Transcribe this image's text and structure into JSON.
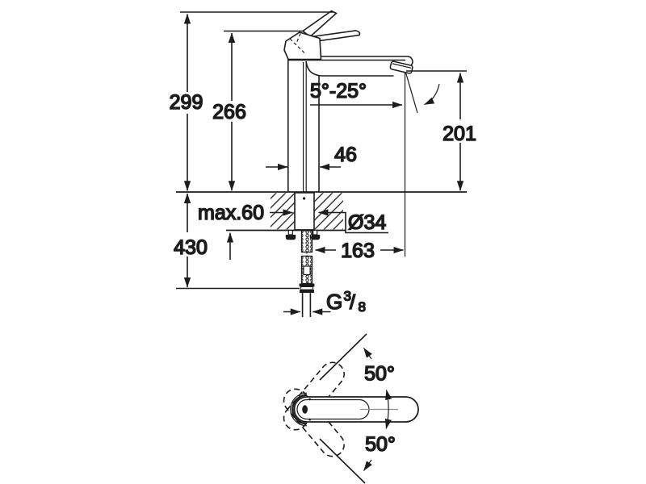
{
  "drawing": {
    "subject": "single-lever basin mixer tap - dimensional technical drawing",
    "colors": {
      "line": "#1c1c1c",
      "background": "#ffffff",
      "centerline": "#8f8f8f"
    },
    "side_view": {
      "overall_height": "299",
      "lever_height": "266",
      "spout_outlet_height": "201",
      "body_width": "46",
      "spout_angle_range": "5°-25°",
      "max_mounting_thickness": "max.60",
      "hole_diameter": "Ø34",
      "hose_length": "430",
      "spout_projection": "163",
      "thread": {
        "g": "G",
        "numerator": "3",
        "slash": "/",
        "denominator": "8"
      }
    },
    "top_view": {
      "swivel_angle_upper": "50°",
      "swivel_angle_lower": "50°"
    }
  }
}
